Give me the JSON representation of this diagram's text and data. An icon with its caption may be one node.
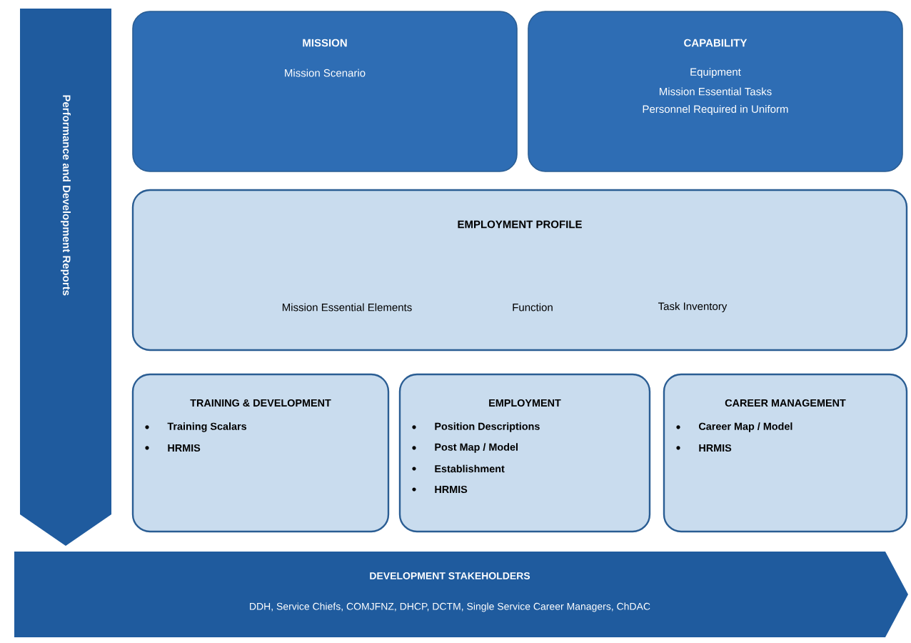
{
  "diagram": {
    "nodes": [
      {
        "text": [
          "Performance and Development Reports"
        ]
      },
      {
        "text": [
          "MISSION",
          "Mission Scenario"
        ]
      },
      {
        "text": [
          "CAPABILITY",
          "Equipment",
          "Mission Essential Tasks",
          "Personnel Required in Uniform"
        ]
      },
      {
        "text": [
          "EMPLOYMENT PROFILE",
          "Mission Essential Elements",
          "Function",
          "Task Inventory"
        ]
      },
      {
        "text": [
          "TRAINING & DEVELOPMENT",
          "Training Scalars",
          "HRMIS"
        ]
      },
      {
        "text": [
          "EMPLOYMENT",
          "Position Descriptions",
          "Post Map / Model",
          "Establishment",
          "HRMIS"
        ]
      },
      {
        "text": [
          "CAREER MANAGEMENT",
          "Career Map / Model",
          "HRMIS"
        ]
      },
      {
        "text": [
          "DEVELOPMENT STAKEHOLDERS",
          "DDH, Service Chiefs, COMJFNZ, DHCP, DCTM, Single Service Career Managers, ChDAC"
        ]
      }
    ]
  }
}
